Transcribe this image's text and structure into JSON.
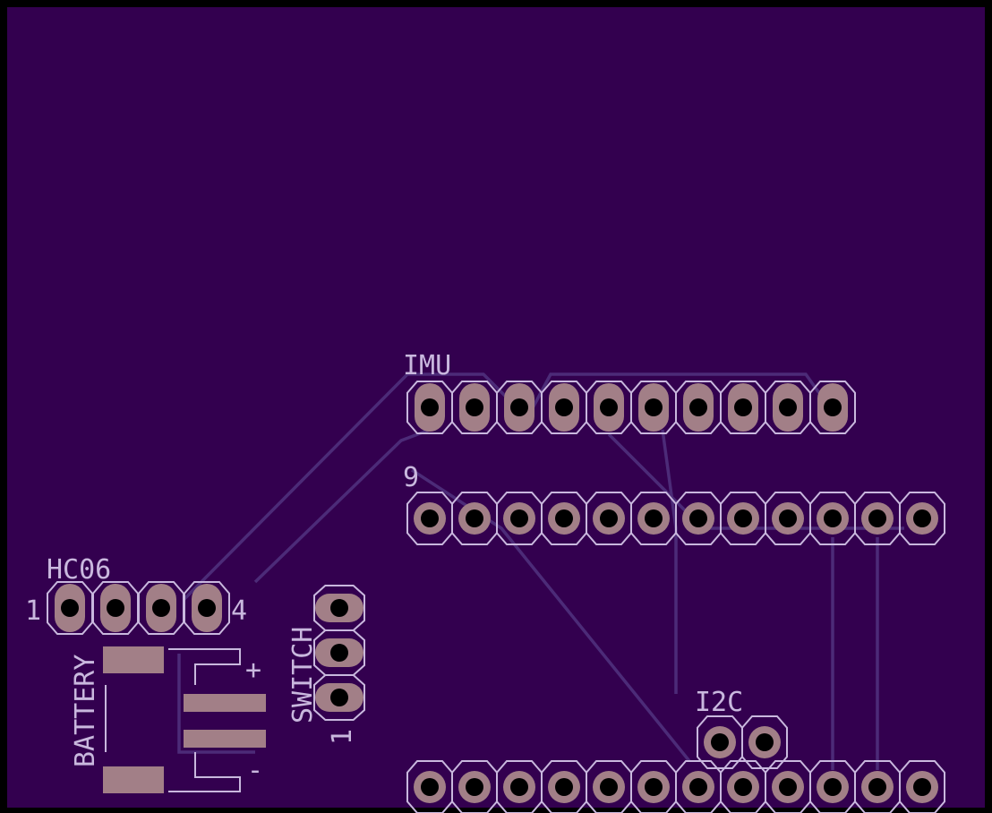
{
  "colors": {
    "board": "#33004f",
    "frame": "#000000",
    "silk": "#c9b8de",
    "pad": "#a27f87",
    "hole": "#000000",
    "trace": "#4c2b78"
  },
  "labels": {
    "imu": "IMU",
    "header9": "9",
    "hc06": "HC06",
    "hc06_pin_first": "1",
    "hc06_pin_last": "4",
    "switch": "SWITCH",
    "switch_pin": "1",
    "battery": "BATTERY",
    "plus": "+",
    "minus": "-",
    "i2c": "I2C"
  },
  "headers": {
    "imu_pins": 10,
    "top_pins": 12,
    "bottom_pins": 12,
    "hc06_pins": 4,
    "switch_pins": 3,
    "i2c_pins": 2
  }
}
